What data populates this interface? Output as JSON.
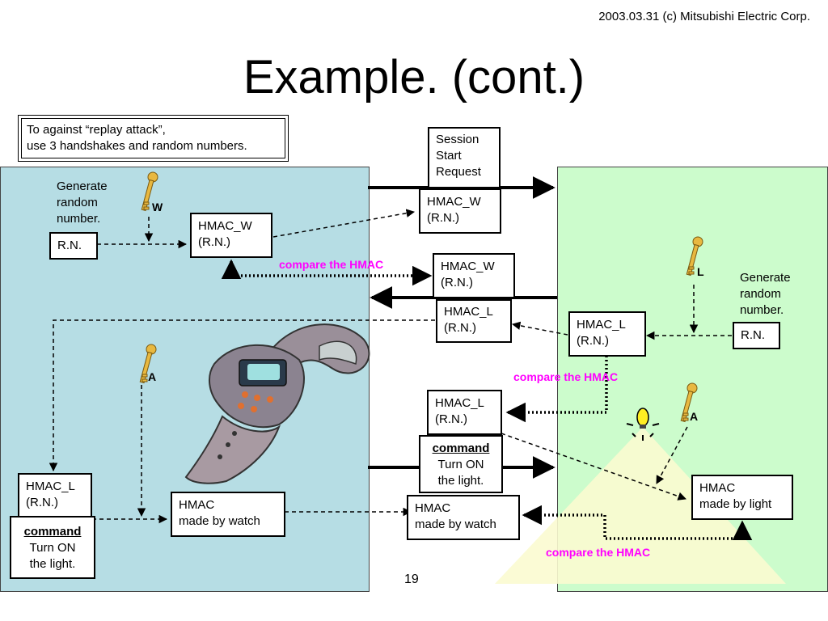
{
  "header": {
    "copyright": "2003.03.31 (c) Mitsubishi Electric Corp.",
    "title": "Example. (cont.)"
  },
  "note": {
    "line1": "To against “replay attack”,",
    "line2": "use 3 handshakes and random numbers."
  },
  "left": {
    "generate": [
      "Generate",
      "random",
      "number."
    ],
    "rn": "R.N.",
    "hmac_w": [
      "HMAC_W",
      "(R.N.)"
    ],
    "hmac_l": [
      "HMAC_L",
      "(R.N.)"
    ],
    "command": {
      "title": "command",
      "line1": "Turn ON",
      "line2": "the light."
    },
    "hmac_watch": [
      "HMAC",
      "made by watch"
    ],
    "key_w": "W",
    "key_a": "A"
  },
  "middle": {
    "session": [
      "Session",
      "Start",
      "Request"
    ],
    "hmac_w1": [
      "HMAC_W",
      "(R.N.)"
    ],
    "hmac_w2": [
      "HMAC_W",
      "(R.N.)"
    ],
    "hmac_l1": [
      "HMAC_L",
      "(R.N.)"
    ],
    "hmac_l2": [
      "HMAC_L",
      "(R.N.)"
    ],
    "command": {
      "title": "command",
      "line1": "Turn ON",
      "line2": "the light."
    },
    "hmac_watch": [
      "HMAC",
      "made by watch"
    ]
  },
  "right": {
    "generate": [
      "Generate",
      "random",
      "number."
    ],
    "rn": "R.N.",
    "hmac_l": [
      "HMAC_L",
      "(R.N.)"
    ],
    "hmac_light": [
      "HMAC",
      "made by light"
    ],
    "key_l": "L",
    "key_a": "A"
  },
  "compare": [
    "compare the HMAC",
    "compare the HMAC",
    "compare the HMAC"
  ],
  "page_number": "19",
  "colors": {
    "left_panel": "#b6dde4",
    "right_panel": "#ccfccc",
    "compare_text": "#ff00ff",
    "key": "#e8b840"
  }
}
